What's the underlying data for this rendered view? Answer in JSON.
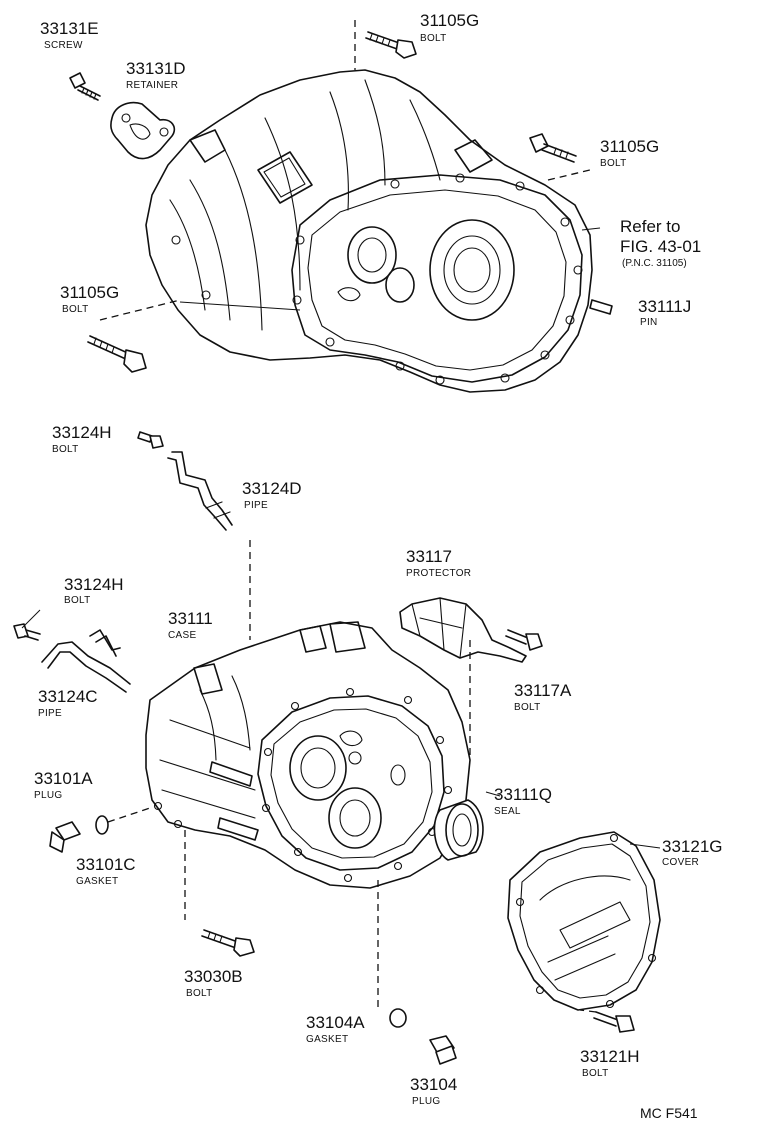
{
  "diagram_code": "MC F541",
  "reference": {
    "line1": "Refer to",
    "line2": "FIG. 43-01",
    "line3": "(P.N.C. 31105)"
  },
  "parts": [
    {
      "id": "p33131e",
      "number": "33131E",
      "desc": "SCREW"
    },
    {
      "id": "p33131d",
      "number": "33131D",
      "desc": "RETAINER"
    },
    {
      "id": "p31105g_top",
      "number": "31105G",
      "desc": "BOLT"
    },
    {
      "id": "p31105g_right",
      "number": "31105G",
      "desc": "BOLT"
    },
    {
      "id": "p31105g_left",
      "number": "31105G",
      "desc": "BOLT"
    },
    {
      "id": "p33111j",
      "number": "33111J",
      "desc": "PIN"
    },
    {
      "id": "p33124h_top",
      "number": "33124H",
      "desc": "BOLT"
    },
    {
      "id": "p33124d",
      "number": "33124D",
      "desc": "PIPE"
    },
    {
      "id": "p33124h_left",
      "number": "33124H",
      "desc": "BOLT"
    },
    {
      "id": "p33124c",
      "number": "33124C",
      "desc": "PIPE"
    },
    {
      "id": "p33111",
      "number": "33111",
      "desc": "CASE"
    },
    {
      "id": "p33117",
      "number": "33117",
      "desc": "PROTECTOR"
    },
    {
      "id": "p33117a",
      "number": "33117A",
      "desc": "BOLT"
    },
    {
      "id": "p33111q",
      "number": "33111Q",
      "desc": "SEAL"
    },
    {
      "id": "p33101a",
      "number": "33101A",
      "desc": "PLUG"
    },
    {
      "id": "p33101c",
      "number": "33101C",
      "desc": "GASKET"
    },
    {
      "id": "p33121g",
      "number": "33121G",
      "desc": "COVER"
    },
    {
      "id": "p33030b",
      "number": "33030B",
      "desc": "BOLT"
    },
    {
      "id": "p33104a",
      "number": "33104A",
      "desc": "GASKET"
    },
    {
      "id": "p33121h",
      "number": "33121H",
      "desc": "BOLT"
    },
    {
      "id": "p33104",
      "number": "33104",
      "desc": "PLUG"
    }
  ]
}
